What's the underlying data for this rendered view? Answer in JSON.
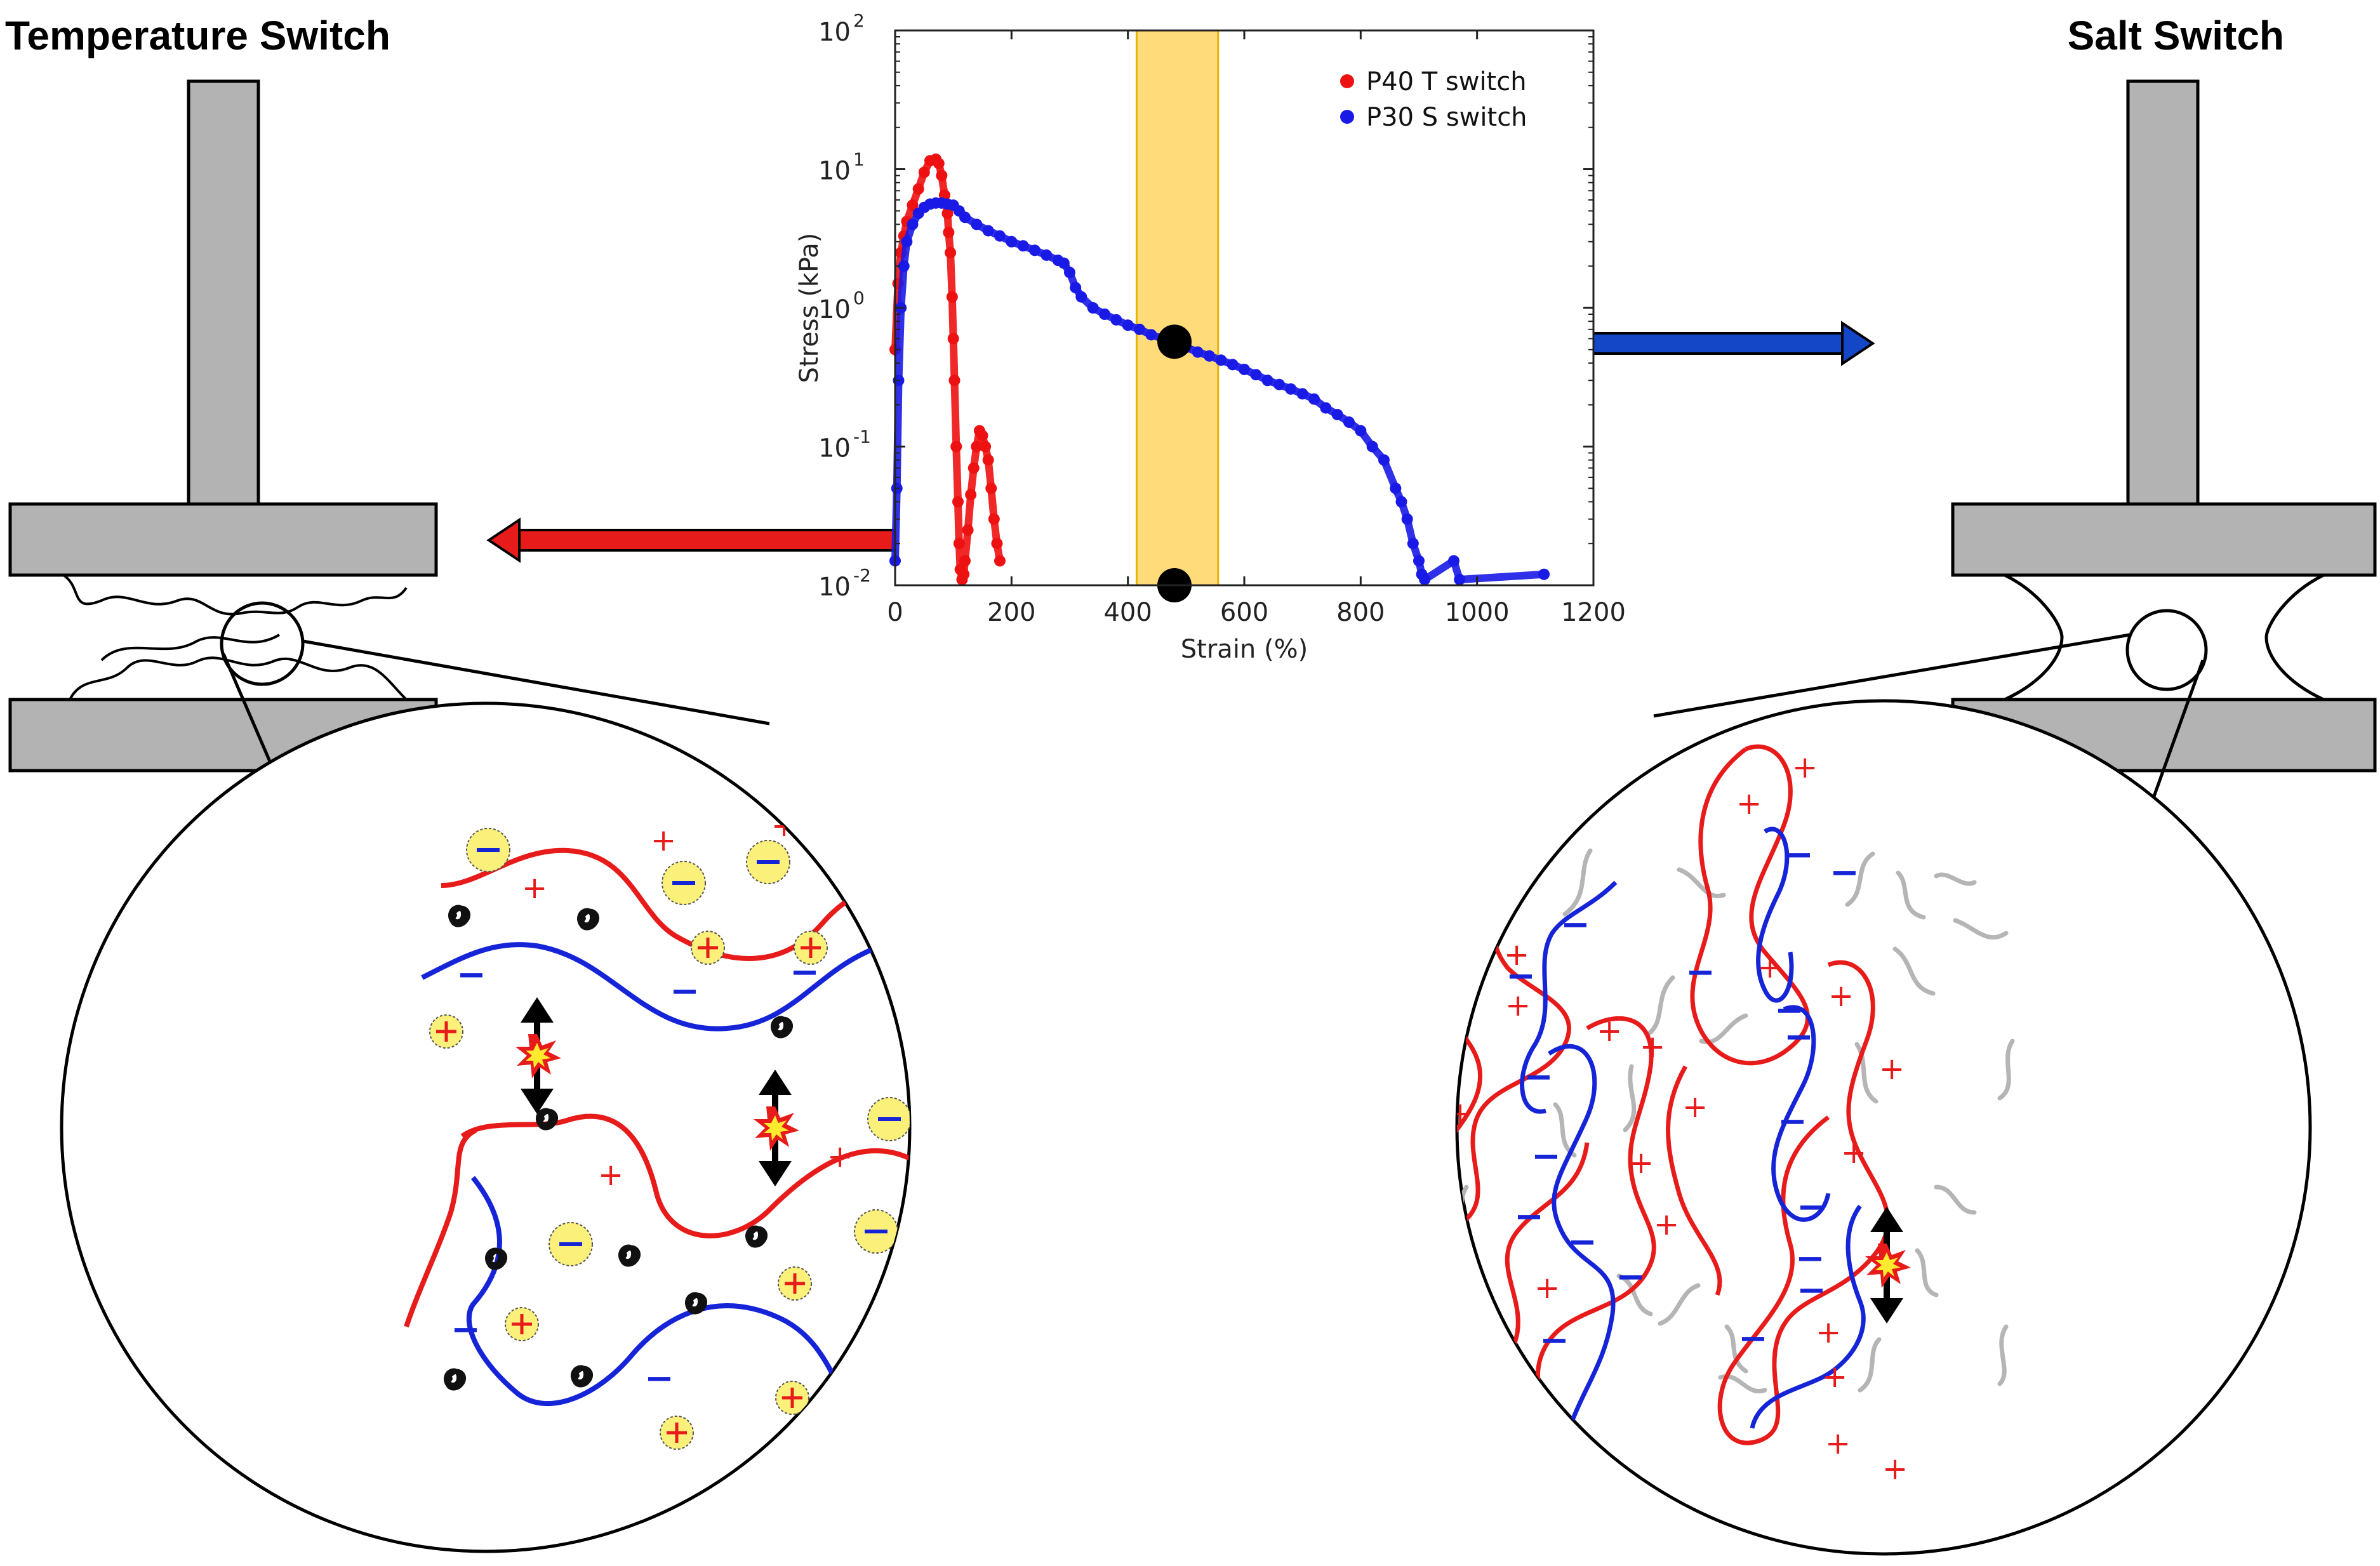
{
  "titles": {
    "left": "Temperature Switch",
    "right": "Salt Switch"
  },
  "chart_data": {
    "type": "scatter",
    "xlabel": "Strain (%)",
    "ylabel": "Stress (kPa)",
    "xlim": [
      0,
      1200
    ],
    "ylim": [
      0.01,
      100
    ],
    "yscale": "log",
    "xticks": [
      "0",
      "200",
      "400",
      "600",
      "800",
      "1000",
      "1200"
    ],
    "yticks": [
      {
        "base": "10",
        "exp": "-2"
      },
      {
        "base": "10",
        "exp": "-1"
      },
      {
        "base": "10",
        "exp": "0"
      },
      {
        "base": "10",
        "exp": "1"
      },
      {
        "base": "10",
        "exp": "2"
      }
    ],
    "legend_position": "top-right",
    "highlight_band": {
      "x_from": 415,
      "x_to": 555,
      "color": "#ffdb7a"
    },
    "markers": [
      {
        "x": 480,
        "y": 0.57
      },
      {
        "x": 480,
        "y": 0.01
      }
    ],
    "series": [
      {
        "name": "P40 T switch",
        "color": "#ee1111",
        "x": [
          0,
          5,
          10,
          15,
          20,
          30,
          40,
          50,
          60,
          70,
          75,
          80,
          85,
          90,
          92,
          95,
          98,
          100,
          102,
          105,
          108,
          110,
          112,
          115,
          118,
          120,
          125,
          130,
          135,
          140,
          145,
          150,
          155,
          160,
          165,
          170,
          175,
          180
        ],
        "y": [
          0.5,
          1.5,
          2.5,
          3.3,
          4.2,
          5.5,
          7.2,
          9.5,
          11.5,
          11.8,
          11.0,
          9.0,
          6.5,
          4.8,
          3.5,
          2.5,
          1.2,
          0.6,
          0.3,
          0.1,
          0.04,
          0.02,
          0.013,
          0.011,
          0.012,
          0.015,
          0.025,
          0.045,
          0.07,
          0.1,
          0.13,
          0.12,
          0.1,
          0.08,
          0.05,
          0.03,
          0.02,
          0.015
        ]
      },
      {
        "name": "P30 S switch",
        "color": "#1a1ae6",
        "x": [
          0,
          3,
          6,
          10,
          15,
          20,
          30,
          40,
          50,
          60,
          70,
          80,
          90,
          100,
          110,
          120,
          140,
          160,
          180,
          200,
          220,
          240,
          260,
          280,
          290,
          300,
          310,
          320,
          340,
          360,
          380,
          400,
          420,
          440,
          460,
          480,
          500,
          520,
          540,
          560,
          580,
          600,
          620,
          640,
          660,
          680,
          700,
          720,
          740,
          760,
          780,
          800,
          820,
          840,
          860,
          870,
          880,
          890,
          900,
          905,
          910,
          960,
          970,
          1115
        ],
        "y": [
          0.015,
          0.05,
          0.3,
          1.0,
          2.0,
          3.0,
          4.0,
          4.8,
          5.3,
          5.6,
          5.7,
          5.7,
          5.6,
          5.5,
          5.0,
          4.5,
          4.0,
          3.6,
          3.3,
          3.0,
          2.8,
          2.6,
          2.4,
          2.2,
          2.1,
          1.8,
          1.4,
          1.2,
          1.0,
          0.9,
          0.82,
          0.75,
          0.7,
          0.64,
          0.6,
          0.56,
          0.52,
          0.48,
          0.45,
          0.42,
          0.39,
          0.36,
          0.33,
          0.3,
          0.28,
          0.26,
          0.24,
          0.22,
          0.19,
          0.17,
          0.15,
          0.13,
          0.1,
          0.08,
          0.05,
          0.04,
          0.03,
          0.02,
          0.015,
          0.012,
          0.011,
          0.015,
          0.011,
          0.012
        ]
      }
    ]
  }
}
